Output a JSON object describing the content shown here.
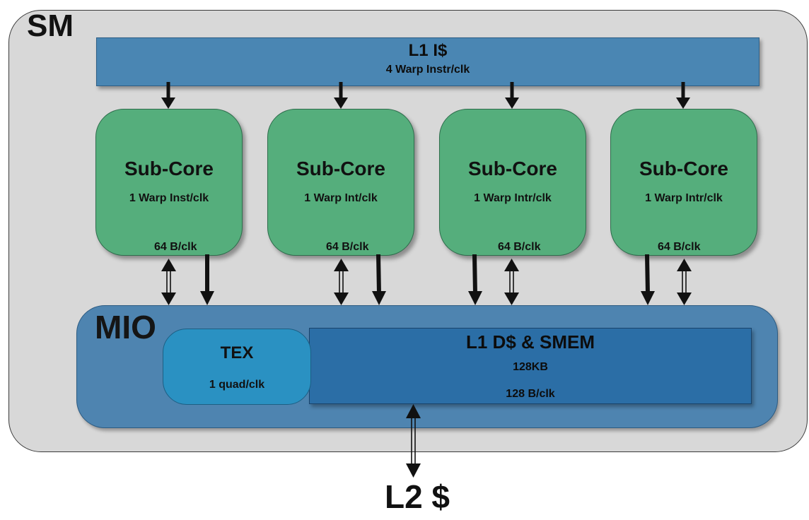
{
  "sm": {
    "label": "SM"
  },
  "l1_icache": {
    "title": "L1 I$",
    "rate": "4 Warp Instr/clk"
  },
  "subcores": [
    {
      "name": "Sub-Core",
      "rate": "1 Warp Inst/clk",
      "bandwidth": "64 B/clk"
    },
    {
      "name": "Sub-Core",
      "rate": "1 Warp Int/clk",
      "bandwidth": "64 B/clk"
    },
    {
      "name": "Sub-Core",
      "rate": "1 Warp Intr/clk",
      "bandwidth": "64 B/clk"
    },
    {
      "name": "Sub-Core",
      "rate": "1 Warp Intr/clk",
      "bandwidth": "64 B/clk"
    }
  ],
  "mio": {
    "label": "MIO"
  },
  "tex": {
    "title": "TEX",
    "rate": "1 quad/clk"
  },
  "l1_dcache": {
    "title": "L1 D$ & SMEM",
    "size": "128KB",
    "bandwidth": "128 B/clk"
  },
  "l2": {
    "label": "L2 $"
  },
  "colors": {
    "sm_bg": "#d8d8d8",
    "l1i": "#4a86b3",
    "subcore": "#55ae7c",
    "mio": "#4e84b0",
    "tex": "#2a91c2",
    "l1d": "#2b6ea6"
  }
}
